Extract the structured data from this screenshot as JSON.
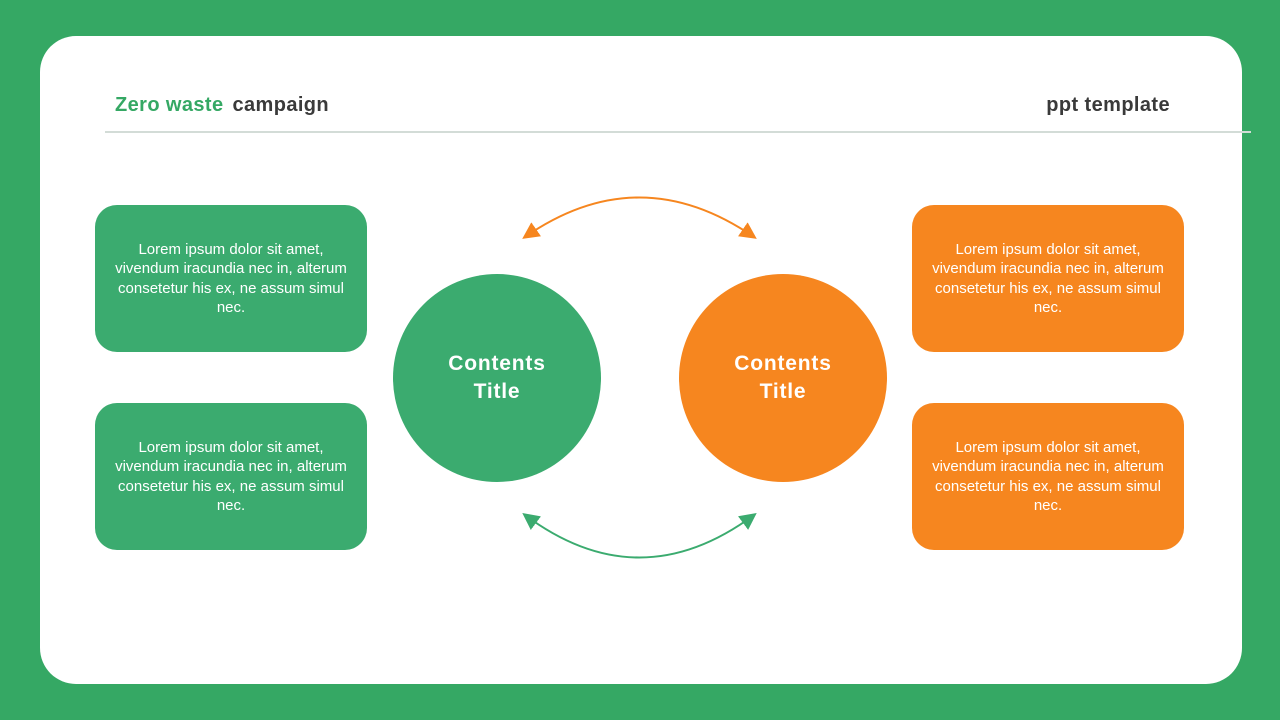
{
  "header": {
    "title_accent": "Zero waste",
    "title_rest": "campaign",
    "right_label": "ppt template"
  },
  "colors": {
    "background_green": "#35A864",
    "shape_green": "#3BAB6F",
    "shape_orange": "#F6861F",
    "heading_dark": "#3A3A3A",
    "text_white": "#FFFFFF"
  },
  "diagram": {
    "circles": [
      {
        "label": "Contents Title",
        "color": "green"
      },
      {
        "label": "Contents Title",
        "color": "orange"
      }
    ],
    "boxes": [
      {
        "position": "left-top",
        "color": "green",
        "text": "Lorem ipsum dolor sit amet, vivendum iracundia nec in, alterum consetetur his ex, ne assum simul nec."
      },
      {
        "position": "left-bottom",
        "color": "green",
        "text": "Lorem ipsum dolor sit amet, vivendum iracundia nec in, alterum consetetur his ex, ne assum simul nec."
      },
      {
        "position": "right-top",
        "color": "orange",
        "text": "Lorem ipsum dolor sit amet, vivendum iracundia nec in, alterum consetetur his ex, ne assum simul nec."
      },
      {
        "position": "right-bottom",
        "color": "orange",
        "text": "Lorem ipsum dolor sit amet, vivendum iracundia nec in, alterum consetetur his ex, ne assum simul nec."
      }
    ]
  }
}
